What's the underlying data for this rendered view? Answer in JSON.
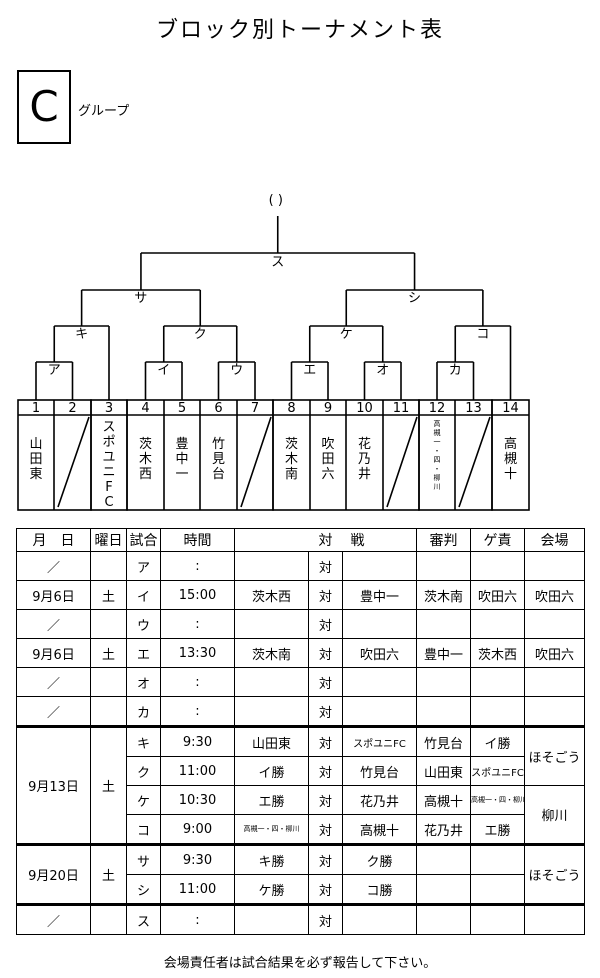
{
  "title": "ブロック別トーナメント表",
  "group": {
    "letter": "C",
    "label": "グループ"
  },
  "final_paren": "(          )",
  "rounds": {
    "final": "ス",
    "semis": [
      "サ",
      "シ"
    ],
    "quarters": [
      "キ",
      "ク",
      "ケ",
      "コ"
    ],
    "first": [
      "ア",
      "イ",
      "ウ",
      "エ",
      "オ",
      "カ"
    ]
  },
  "slots": [
    {
      "num": "1",
      "team": "山\n田\n東",
      "bye": false
    },
    {
      "num": "2",
      "team": "",
      "bye": true
    },
    {
      "num": "3",
      "team": "ス\nポ\nユ\nニ\nF\nC",
      "bye": false
    },
    {
      "num": "4",
      "team": "茨\n木\n西",
      "bye": false
    },
    {
      "num": "5",
      "team": "豊\n中\n一",
      "bye": false
    },
    {
      "num": "6",
      "team": "竹\n見\n台",
      "bye": false
    },
    {
      "num": "7",
      "team": "",
      "bye": true
    },
    {
      "num": "8",
      "team": "茨\n木\n南",
      "bye": false
    },
    {
      "num": "9",
      "team": "吹\n田\n六",
      "bye": false
    },
    {
      "num": "10",
      "team": "花\n乃\n井",
      "bye": false
    },
    {
      "num": "11",
      "team": "",
      "bye": true
    },
    {
      "num": "12",
      "team": "高\n槻\n一\n・\n四\n・\n柳\n川",
      "bye": false
    },
    {
      "num": "13",
      "team": "",
      "bye": true
    },
    {
      "num": "14",
      "team": "高\n槻\n十",
      "bye": false
    }
  ],
  "schedule_headers": [
    "月　日",
    "曜日",
    "試合",
    "時間",
    "対",
    "戦",
    "審判",
    "ゲ責",
    "会場"
  ],
  "schedule": [
    {
      "date": "／",
      "day": "",
      "match": "ア",
      "time": ":",
      "home": "",
      "vs": "対",
      "away": "",
      "ref": "",
      "duty": "",
      "venue": ""
    },
    {
      "date": "9月6日",
      "day": "土",
      "match": "イ",
      "time": "15:00",
      "home": "茨木西",
      "vs": "対",
      "away": "豊中一",
      "ref": "茨木南",
      "duty": "吹田六",
      "venue": "吹田六"
    },
    {
      "date": "／",
      "day": "",
      "match": "ウ",
      "time": ":",
      "home": "",
      "vs": "対",
      "away": "",
      "ref": "",
      "duty": "",
      "venue": ""
    },
    {
      "date": "9月6日",
      "day": "土",
      "match": "エ",
      "time": "13:30",
      "home": "茨木南",
      "vs": "対",
      "away": "吹田六",
      "ref": "豊中一",
      "duty": "茨木西",
      "venue": "吹田六"
    },
    {
      "date": "／",
      "day": "",
      "match": "オ",
      "time": ":",
      "home": "",
      "vs": "対",
      "away": "",
      "ref": "",
      "duty": "",
      "venue": ""
    },
    {
      "date": "／",
      "day": "",
      "match": "カ",
      "time": ":",
      "home": "",
      "vs": "対",
      "away": "",
      "ref": "",
      "duty": "",
      "venue": ""
    },
    {
      "date": "9月13日",
      "day": "土",
      "match": "キ",
      "time": "9:30",
      "home": "山田東",
      "vs": "対",
      "away": "スポユニFC",
      "ref": "竹見台",
      "duty": "イ勝",
      "venue": "ほそごう"
    },
    {
      "date": "",
      "day": "",
      "match": "ク",
      "time": "11:00",
      "home": "イ勝",
      "vs": "対",
      "away": "竹見台",
      "ref": "山田東",
      "duty": "スポユニFC",
      "venue": ""
    },
    {
      "date": "",
      "day": "",
      "match": "ケ",
      "time": "10:30",
      "home": "エ勝",
      "vs": "対",
      "away": "花乃井",
      "ref": "高槻十",
      "duty": "高槻一・四・柳川",
      "venue": "柳川"
    },
    {
      "date": "",
      "day": "",
      "match": "コ",
      "time": "9:00",
      "home": "高槻一・四・柳川",
      "vs": "対",
      "away": "高槻十",
      "ref": "花乃井",
      "duty": "エ勝",
      "venue": ""
    },
    {
      "date": "9月20日",
      "day": "土",
      "match": "サ",
      "time": "9:30",
      "home": "キ勝",
      "vs": "対",
      "away": "ク勝",
      "ref": "",
      "duty": "",
      "venue": "ほそごう"
    },
    {
      "date": "",
      "day": "",
      "match": "シ",
      "time": "11:00",
      "home": "ケ勝",
      "vs": "対",
      "away": "コ勝",
      "ref": "",
      "duty": "",
      "venue": ""
    },
    {
      "date": "／",
      "day": "",
      "match": "ス",
      "time": ":",
      "home": "",
      "vs": "対",
      "away": "",
      "ref": "",
      "duty": "",
      "venue": ""
    }
  ],
  "footer": "会場責任者は試合結果を必ず報告して下さい。"
}
